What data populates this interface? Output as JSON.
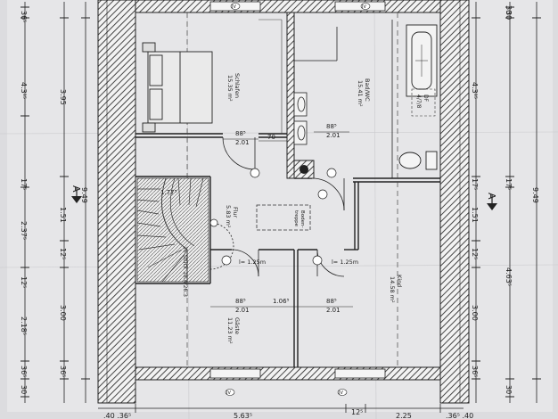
{
  "dims_left_outer": [
    "36⁵",
    "4.3¹⁵",
    "17⁵",
    "2.37⁵",
    "12⁵",
    "2.18⁵",
    "36⁵",
    "30"
  ],
  "dims_left_inner": [
    "3.95",
    "1.51",
    "12⁵",
    "3.00",
    "36⁵"
  ],
  "dims_left_total": "9.49",
  "dims_right_inner": [
    "4.3¹⁵",
    "17⁵",
    "1.51",
    "12⁵",
    "3.00",
    "36⁵"
  ],
  "dims_right_outer": [
    "30",
    "30",
    "17⁵",
    "4.63⁵",
    "30"
  ],
  "dims_right_total": "9.49",
  "dims_bottom": [
    ".40 .36⁵",
    "5.63⁵",
    "12⁵",
    "2.25",
    ".36⁵ .40"
  ],
  "section_left": "A",
  "section_right": "A",
  "rooms": {
    "schlafen": {
      "name": "Schlafen",
      "area": "15.35 m²"
    },
    "bad": {
      "name": "Bad/WC",
      "area": "15.41 m²"
    },
    "flur": {
      "name": "Flur",
      "area": "5.83 m²"
    },
    "kind": {
      "name": "Kind",
      "area": "14.58 m²"
    },
    "gaeste": {
      "name": "Gäste",
      "area": "11.23 m²"
    }
  },
  "door_dims": {
    "d1_top": "88⁵",
    "d1_bottom": "2.01",
    "d2_top": "70",
    "d3_top": "88⁵",
    "d3_bottom": "2.01",
    "d4_top": "88⁵",
    "d4_bottom": "2.01",
    "d5_top": "1.06⁵",
    "d6_top": "88⁵",
    "d6_bottom": "2.01"
  },
  "stair_label": "16 Stück 18.4/26.3",
  "stair_top": "1.77⁵",
  "bodentreppe": [
    "Boden-",
    "treppe"
  ],
  "shower_label": [
    "DF",
    "4/7/8"
  ],
  "clearances": [
    "l= 1.25m",
    "l= 1.25m"
  ],
  "marker": "IV"
}
